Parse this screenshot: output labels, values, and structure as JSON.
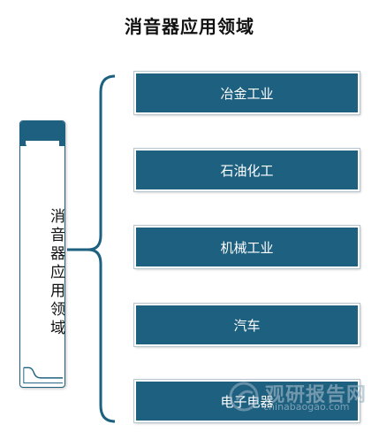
{
  "title": "消音器应用领域",
  "center_label": "消音器应用领域",
  "items": [
    {
      "label": "冶金工业"
    },
    {
      "label": "石油化工"
    },
    {
      "label": "机械工业"
    },
    {
      "label": "汽车"
    },
    {
      "label": "电子电器"
    }
  ],
  "watermark": {
    "brand": "观研报告网",
    "url": "chinabaogao.com"
  },
  "colors": {
    "box_fill": "#1e6080",
    "brace": "#1e6080"
  }
}
